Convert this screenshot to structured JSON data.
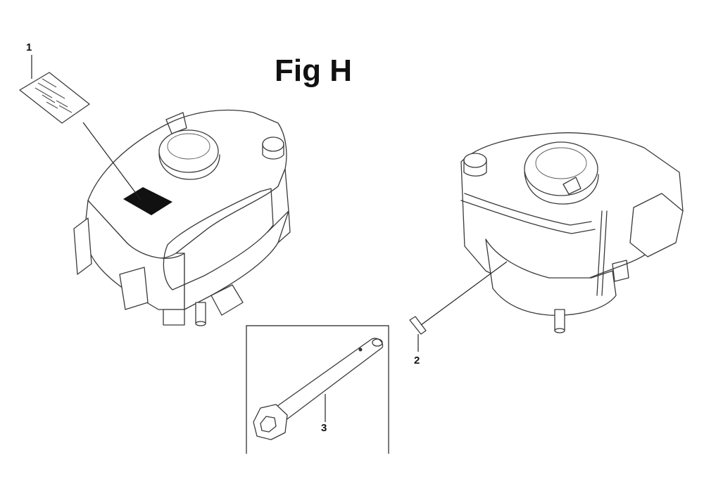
{
  "figure": {
    "title": "Fig H"
  },
  "callouts": [
    {
      "number": "1",
      "part": "decal-label"
    },
    {
      "number": "2",
      "part": "small-label"
    },
    {
      "number": "3",
      "part": "spark-plug-wrench"
    }
  ],
  "icons": [
    "engine-left-view-icon",
    "engine-right-view-icon",
    "decal-icon",
    "spark-plug-wrench-icon"
  ]
}
